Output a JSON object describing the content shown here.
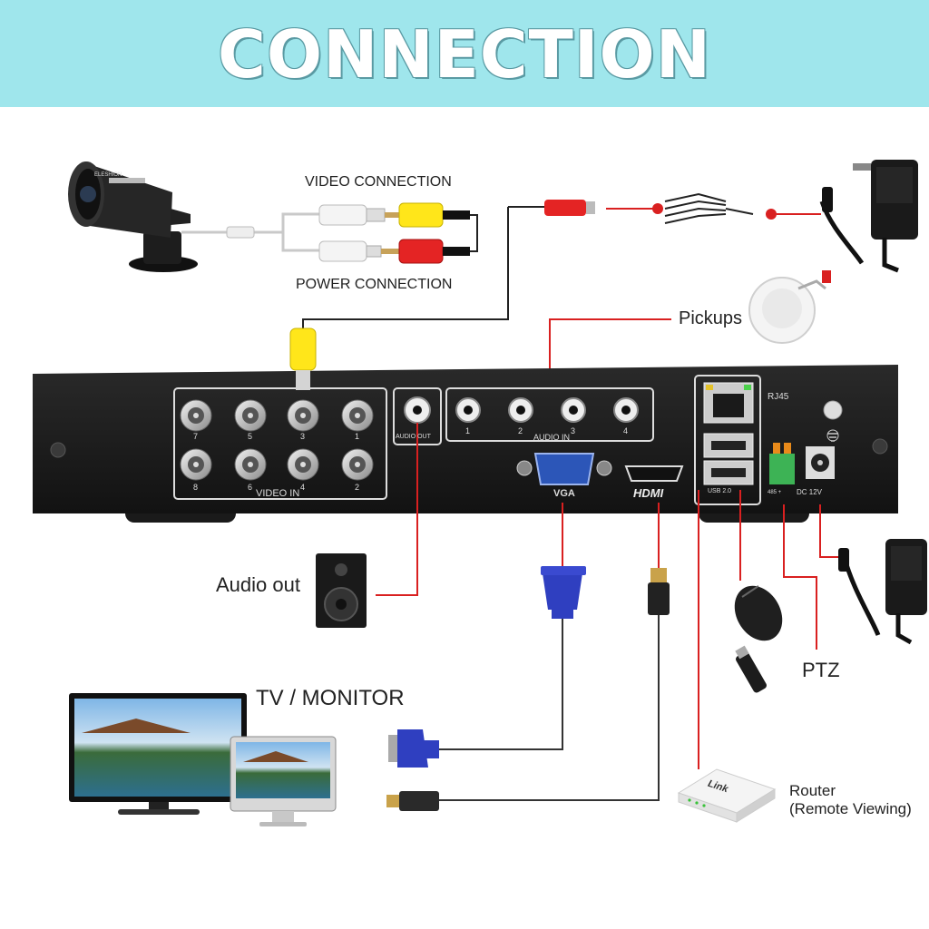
{
  "title": "CONNECTION",
  "camera": {
    "brand": "ELESHION",
    "video_connection": "VIDEO CONNECTION",
    "power_connection": "POWER CONNECTION"
  },
  "labels": {
    "pickups": "Pickups",
    "audio_out": "Audio out",
    "tv_monitor": "TV / MONITOR",
    "ptz": "PTZ",
    "router": "Router",
    "router_sub": "(Remote Viewing)",
    "router_brand": "Link"
  },
  "dvr": {
    "video_in": "VIDEO IN",
    "audio_out_port": "AUDIO OUT",
    "audio_in": "AUDIO IN",
    "vga": "VGA",
    "hdmi": "HDMI",
    "rj45": "RJ45",
    "usb": "USB 2.0",
    "dc": "DC 12V",
    "rs485": "485 +",
    "bnc_top": [
      "7",
      "5",
      "3",
      "1"
    ],
    "bnc_bottom": [
      "8",
      "6",
      "4",
      "2"
    ],
    "audio_in_numbers": [
      "1",
      "2",
      "3",
      "4"
    ]
  },
  "colors": {
    "banner": "#9fe6ec",
    "wire_red": "#d92020",
    "wire_dark": "#333333",
    "dvr_body": "#1c1c1c"
  }
}
